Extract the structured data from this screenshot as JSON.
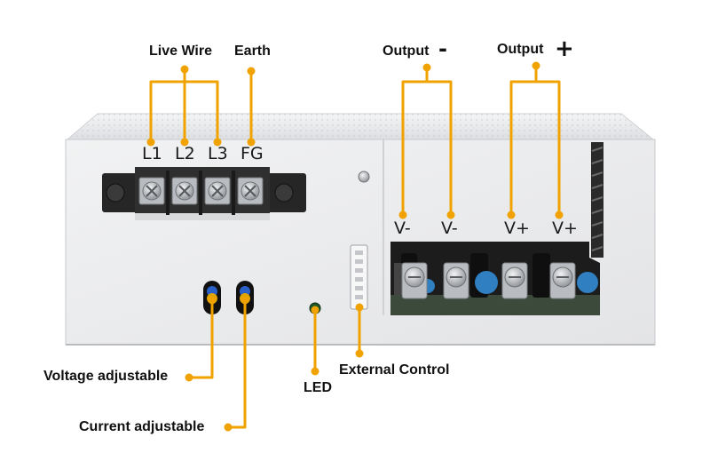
{
  "callouts": {
    "live_wire": "Live Wire",
    "earth": "Earth",
    "output_negative": "Output",
    "output_negative_symbol": "-",
    "output_positive": "Output",
    "output_positive_symbol": "+",
    "voltage_adjustable": "Voltage adjustable",
    "current_adjustable": "Current adjustable",
    "led": "LED",
    "external_control": "External Control"
  },
  "terminals": {
    "input": [
      "L1",
      "L2",
      "L3",
      "FG"
    ],
    "output": [
      "V-",
      "V-",
      "V+",
      "V+"
    ]
  },
  "colors": {
    "callout_line": "#f0a300",
    "case": "#e9eaec",
    "terminal_block": "#2b2b2b",
    "screw": "#c9cbce",
    "capacitor_blue": "#2f7fc1",
    "led": "#1f5a2a"
  }
}
